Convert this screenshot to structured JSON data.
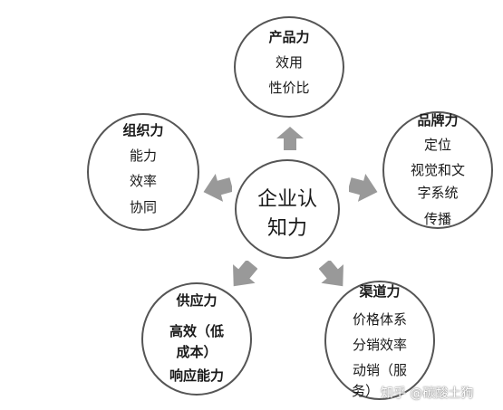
{
  "center": {
    "lines": [
      "企业认",
      "知力"
    ]
  },
  "nodes": {
    "product": {
      "title": "产品力",
      "items": [
        "效用",
        "性价比"
      ]
    },
    "brand": {
      "title": "品牌力",
      "items": [
        "定位",
        "视觉和文",
        "字系统",
        "传播"
      ]
    },
    "channel": {
      "title": "渠道力",
      "items": [
        "价格体系",
        "分销效率",
        "动销（服",
        "务）"
      ]
    },
    "supply": {
      "title": "供应力",
      "items": [
        "高效（低",
        "成本）",
        "响应能力"
      ]
    },
    "org": {
      "title": "组织力",
      "items": [
        "能力",
        "效率",
        "协同"
      ]
    }
  },
  "watermark": "知乎 @碳酸土狗"
}
